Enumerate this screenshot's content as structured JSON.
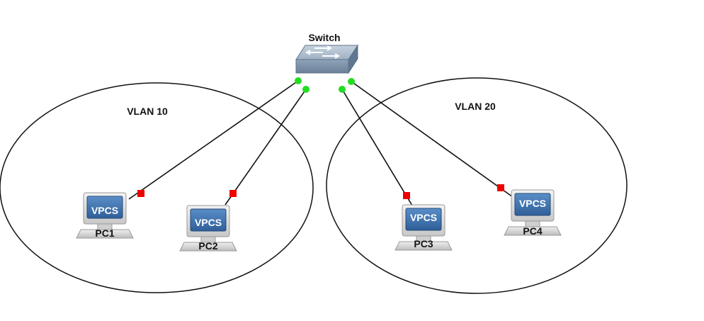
{
  "diagram": {
    "switch": {
      "label": "Switch"
    },
    "vlans": [
      {
        "id": "vlan10",
        "label": "VLAN 10"
      },
      {
        "id": "vlan20",
        "label": "VLAN 20"
      }
    ],
    "hosts": [
      {
        "id": "pc1",
        "label": "PC1",
        "screen_text": "VPCS",
        "vlan": "VLAN 10"
      },
      {
        "id": "pc2",
        "label": "PC2",
        "screen_text": "VPCS",
        "vlan": "VLAN 10"
      },
      {
        "id": "pc3",
        "label": "PC3",
        "screen_text": "VPCS",
        "vlan": "VLAN 20"
      },
      {
        "id": "pc4",
        "label": "PC4",
        "screen_text": "VPCS",
        "vlan": "VLAN 20"
      }
    ],
    "links": [
      {
        "from": "Switch",
        "to": "PC1"
      },
      {
        "from": "Switch",
        "to": "PC2"
      },
      {
        "from": "Switch",
        "to": "PC3"
      },
      {
        "from": "Switch",
        "to": "PC4"
      }
    ],
    "colors": {
      "switch_port": "#22dd22",
      "host_port": "#ee0000",
      "link": "#111111",
      "vlan_outline": "#111111",
      "monitor_screen": "#3a72b0",
      "monitor_body": "#d8d8d8"
    }
  }
}
